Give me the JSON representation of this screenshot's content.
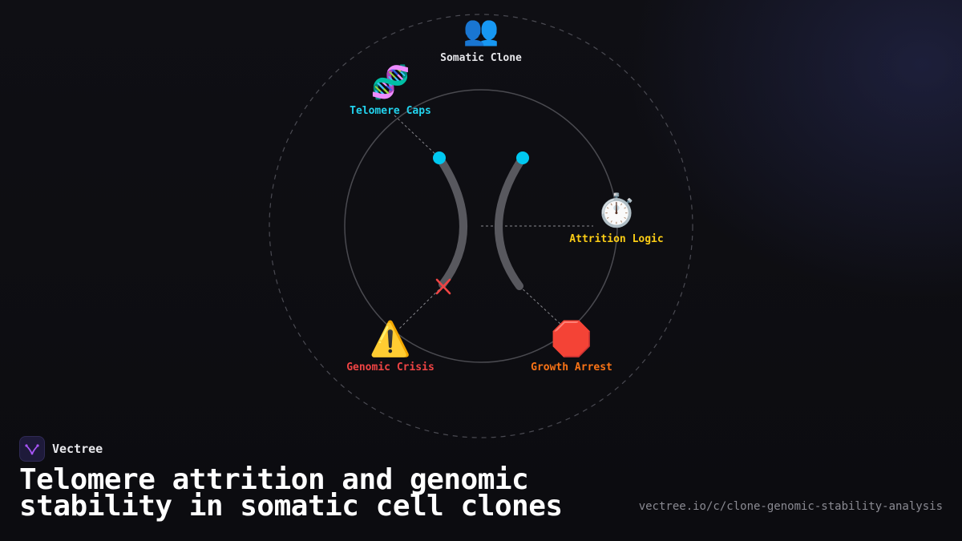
{
  "diagram": {
    "nodes": [
      {
        "id": "somatic-clone",
        "label": "Somatic Clone",
        "icon": "people-icon",
        "glyph": "👥",
        "color": "#e6e6ea"
      },
      {
        "id": "telomere-caps",
        "label": "Telomere Caps",
        "icon": "dna-icon",
        "glyph": "🧬",
        "color": "#22d3ee"
      },
      {
        "id": "attrition-logic",
        "label": "Attrition Logic",
        "icon": "stopwatch-icon",
        "glyph": "⏱️",
        "color": "#facc15"
      },
      {
        "id": "genomic-crisis",
        "label": "Genomic Crisis",
        "icon": "warning-icon",
        "glyph": "⚠️",
        "color": "#ef4444"
      },
      {
        "id": "growth-arrest",
        "label": "Growth Arrest",
        "icon": "stop-sign-icon",
        "glyph": "🛑",
        "color": "#f97316"
      }
    ],
    "chromosome_color": "#58585e",
    "telomere_color": "#00c8f0",
    "break_mark": {
      "icon": "cross-mark-icon",
      "color": "#ef4444"
    }
  },
  "brand": {
    "name": "Vectree",
    "logo_icon": "vectree-logo-icon",
    "logo_color": "#a855f7"
  },
  "headline": "Telomere attrition and genomic stability in somatic cell clones",
  "url": "vectree.io/c/clone-genomic-stability-analysis"
}
